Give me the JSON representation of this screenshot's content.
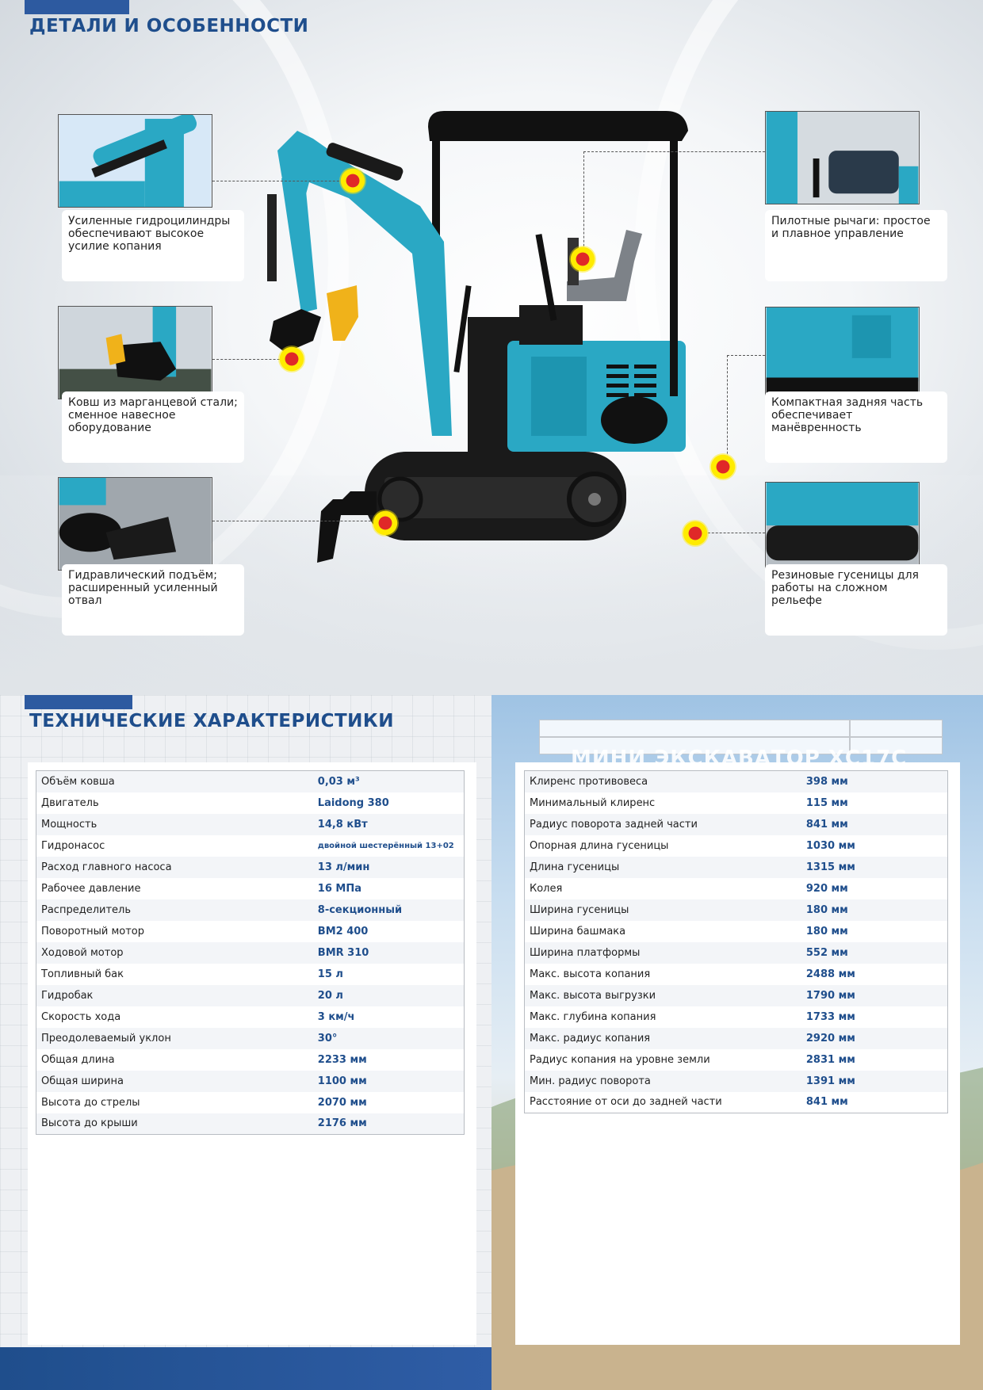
{
  "details": {
    "title": "ДЕТАЛИ И ОСОБЕННОСТИ",
    "features": [
      {
        "caption": "Усиленные гидроцилиндры обеспечивают высокое усилие копания"
      },
      {
        "caption": "Ковш из марганцевой стали; сменное навесное оборудование"
      },
      {
        "caption": "Гидравлический подъём; расширенный усиленный отвал"
      },
      {
        "caption": "Пилотные рычаги: простое и плавное управление"
      },
      {
        "caption": "Компактная задняя часть обеспечивает манёвренность"
      },
      {
        "caption": "Резиновые гусеницы для работы на сложном рельефе"
      }
    ]
  },
  "specs": {
    "title": "ТЕХНИЧЕСКИЕ ХАРАКТЕРИСТИКИ",
    "background_text": "МИНИ ЭКСКАВАТОР ХС17С",
    "left": [
      {
        "label": "Объём ковша",
        "value": "0,03 м³"
      },
      {
        "label": "Двигатель",
        "value": "Laidong 380"
      },
      {
        "label": "Мощность",
        "value": "14,8 кВт"
      },
      {
        "label": "Гидронасос",
        "value": "двойной шестерённый 13+02"
      },
      {
        "label": "Расход главного насоса",
        "value": "13 л/мин"
      },
      {
        "label": "Рабочее давление",
        "value": "16 МПа"
      },
      {
        "label": "Распределитель",
        "value": "8-секционный"
      },
      {
        "label": "Поворотный мотор",
        "value": "BM2 400"
      },
      {
        "label": "Ходовой мотор",
        "value": "BMR 310"
      },
      {
        "label": "Топливный бак",
        "value": "15 л"
      },
      {
        "label": "Гидробак",
        "value": "20 л"
      },
      {
        "label": "Скорость хода",
        "value": "3 км/ч"
      },
      {
        "label": "Преодолеваемый уклон",
        "value": "30°"
      },
      {
        "label": "Общая длина",
        "value": "2233 мм"
      },
      {
        "label": "Общая ширина",
        "value": "1100 мм"
      },
      {
        "label": "Высота до стрелы",
        "value": "2070 мм"
      },
      {
        "label": "Высота до крыши",
        "value": "2176 мм"
      }
    ],
    "right": [
      {
        "label": "Клиренс противовеса",
        "value": "398 мм"
      },
      {
        "label": "Минимальный клиренс",
        "value": "115 мм"
      },
      {
        "label": "Радиус поворота задней части",
        "value": "841 мм"
      },
      {
        "label": "Опорная длина гусеницы",
        "value": "1030 мм"
      },
      {
        "label": "Длина гусеницы",
        "value": "1315 мм"
      },
      {
        "label": "Колея",
        "value": "920 мм"
      },
      {
        "label": "Ширина гусеницы",
        "value": "180 мм"
      },
      {
        "label": "Ширина башмака",
        "value": "180 мм"
      },
      {
        "label": "Ширина платформы",
        "value": "552 мм"
      },
      {
        "label": "Макс. высота копания",
        "value": "2488 мм"
      },
      {
        "label": "Макс. высота выгрузки",
        "value": "1790 мм"
      },
      {
        "label": "Макс. глубина копания",
        "value": "1733 мм"
      },
      {
        "label": "Макс. радиус копания",
        "value": "2920 мм"
      },
      {
        "label": "Радиус копания на уровне земли",
        "value": "2831 мм"
      },
      {
        "label": "Мин. радиус поворота",
        "value": "1391 мм"
      },
      {
        "label": "Расстояние от оси до задней части",
        "value": "841 мм"
      }
    ]
  },
  "colors": {
    "accent": "#1f4e8c",
    "machine": "#2aa8c4",
    "hotspot": "#ffeb00"
  }
}
